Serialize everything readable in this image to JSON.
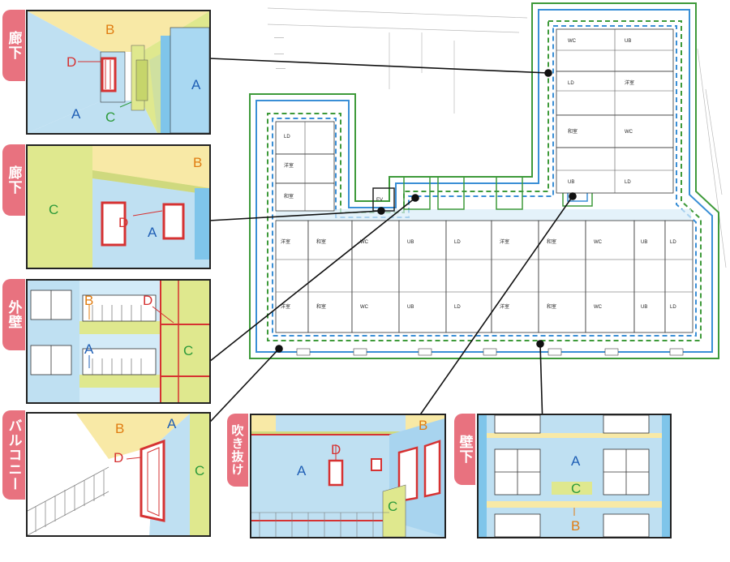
{
  "tabs": [
    {
      "id": "t1",
      "text": "廊下"
    },
    {
      "id": "t2",
      "text": "廊下"
    },
    {
      "id": "t3",
      "text": "外壁"
    },
    {
      "id": "t4",
      "text": "バルコニー"
    },
    {
      "id": "t5",
      "text": "吹き抜け"
    },
    {
      "id": "t6",
      "text": "壁下"
    }
  ],
  "letters": {
    "a": "A",
    "b": "B",
    "c": "C",
    "d": "D"
  },
  "colors": {
    "a_blue": "#1f5fb5",
    "b_orange": "#e07d12",
    "c_green": "#2d9a3a",
    "d_red": "#d63232",
    "tab_pink": "#e8727f",
    "wall_lightblue": "#bfe0f2",
    "ceiling_yellow": "#f8e9a6",
    "wall_lime": "#dfe88e",
    "outline_green": "#3e9a3a",
    "outline_blue": "#3a8fd6"
  },
  "plan": {
    "room_labels": [
      "LD",
      "洋室",
      "和室",
      "WC",
      "UB",
      "EV"
    ]
  }
}
